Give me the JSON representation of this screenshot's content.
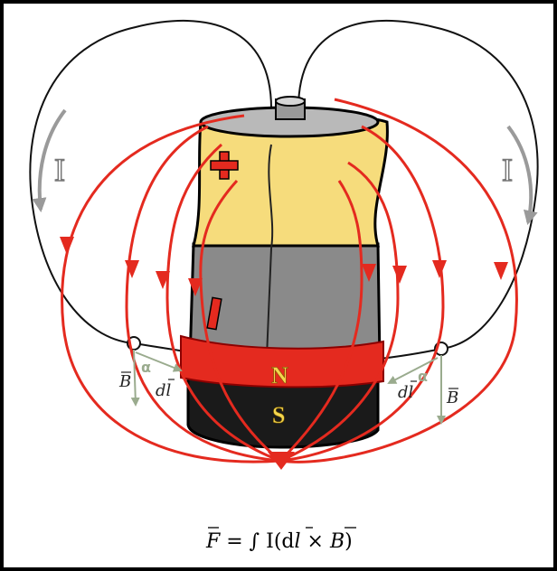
{
  "colors": {
    "field_line": "#e42a1f",
    "wire": "#111111",
    "battery_top": "#f6dc7c",
    "battery_mid": "#8a8a8a",
    "battery_bottom": "#1a1a1a",
    "magnet_band": "#e42a1f",
    "pole_text": "#f4d64e",
    "vector": "#9aab8e",
    "current_arrow": "#9a9a9a"
  },
  "labels": {
    "current_left": "I",
    "current_right": "I",
    "plus_sign": "+",
    "minus_sign": "-",
    "north_pole": "N",
    "south_pole": "S",
    "b_left": "B",
    "dl_left": "dl",
    "b_right": "B",
    "dl_right": "dl",
    "alpha_left": "α",
    "alpha_right": "α"
  },
  "formula": {
    "lhs": "F",
    "rest": " = ∫ I(d",
    "l": "l",
    "times": " × ",
    "B": "B",
    "close": ")"
  }
}
